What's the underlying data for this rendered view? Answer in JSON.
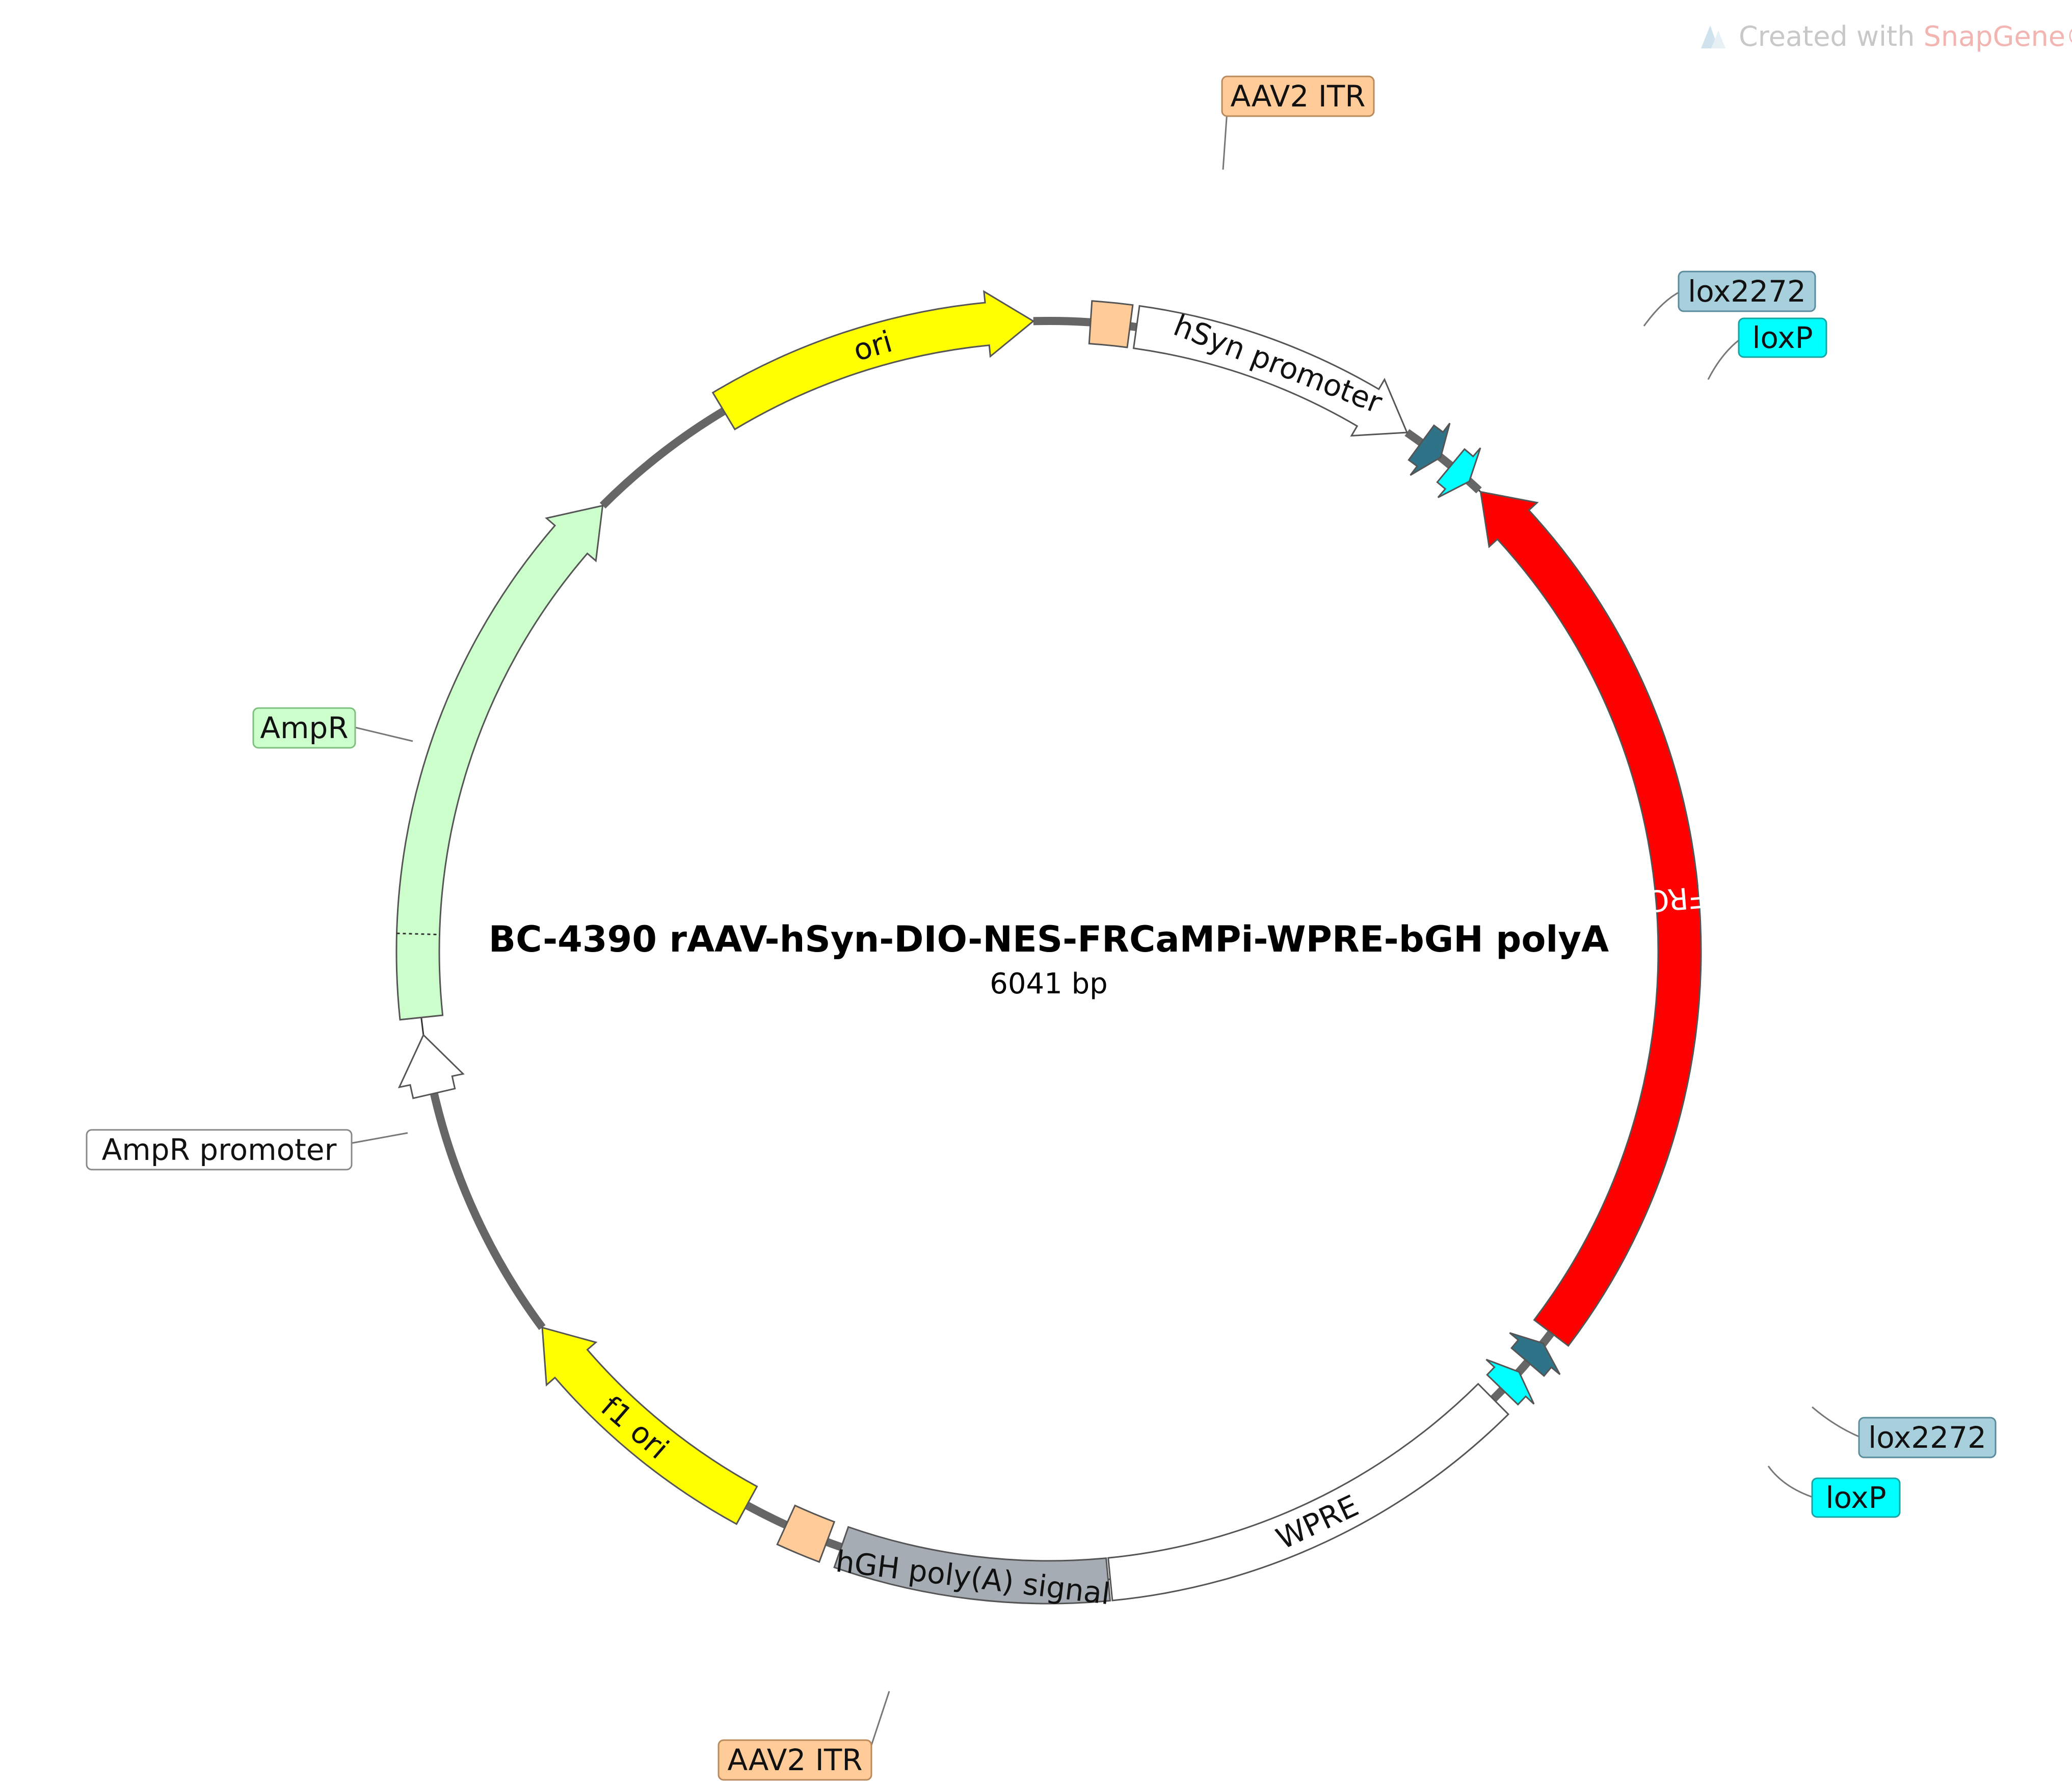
{
  "watermark": {
    "prefix": "Created with ",
    "brand": "SnapGene®",
    "icon": "snapgene-logo-icon"
  },
  "plasmid": {
    "name": "BC-4390  rAAV-hSyn-DIO-NES-FRCaMPi-WPRE-bGH polyA",
    "length_text": "6041 bp"
  },
  "features": [
    {
      "id": "aav2-itr-top",
      "label": "AAV2 ITR",
      "color": "#ffcc99",
      "type": "box"
    },
    {
      "id": "hsyn-promoter",
      "label": "hSyn promoter",
      "color": "#ffffff",
      "type": "arrow",
      "direction": "cw"
    },
    {
      "id": "lox2272-top",
      "label": "lox2272",
      "color": "#2f7389",
      "type": "arrow",
      "direction": "cw"
    },
    {
      "id": "loxp-top",
      "label": "loxP",
      "color": "#00ffff",
      "type": "arrow",
      "direction": "cw"
    },
    {
      "id": "nes-frcampi",
      "label": "NES-FRCaMPi",
      "color": "#ff0000",
      "type": "arrow",
      "direction": "ccw"
    },
    {
      "id": "lox2272-bottom",
      "label": "lox2272",
      "color": "#2f7389",
      "type": "arrow",
      "direction": "ccw"
    },
    {
      "id": "loxp-bottom",
      "label": "loxP",
      "color": "#00ffff",
      "type": "arrow",
      "direction": "ccw"
    },
    {
      "id": "wpre",
      "label": "WPRE",
      "color": "#ffffff",
      "type": "box"
    },
    {
      "id": "hgh-polya",
      "label": "hGH poly(A) signal",
      "color": "#a6acb3",
      "type": "box"
    },
    {
      "id": "aav2-itr-bottom",
      "label": "AAV2 ITR",
      "color": "#ffcc99",
      "type": "box"
    },
    {
      "id": "f1-ori",
      "label": "f1 ori",
      "color": "#ffff00",
      "type": "arrow",
      "direction": "cw"
    },
    {
      "id": "ampr-promoter",
      "label": "AmpR promoter",
      "color": "#ffffff",
      "type": "arrow",
      "direction": "cw"
    },
    {
      "id": "ampr",
      "label": "AmpR",
      "color": "#ccffcc",
      "type": "arrow",
      "direction": "cw"
    },
    {
      "id": "ori",
      "label": "ori",
      "color": "#ffff00",
      "type": "arrow",
      "direction": "cw"
    }
  ],
  "colors": {
    "backbone": "#666666",
    "outline": "#555555",
    "callout_line": "#777777"
  }
}
